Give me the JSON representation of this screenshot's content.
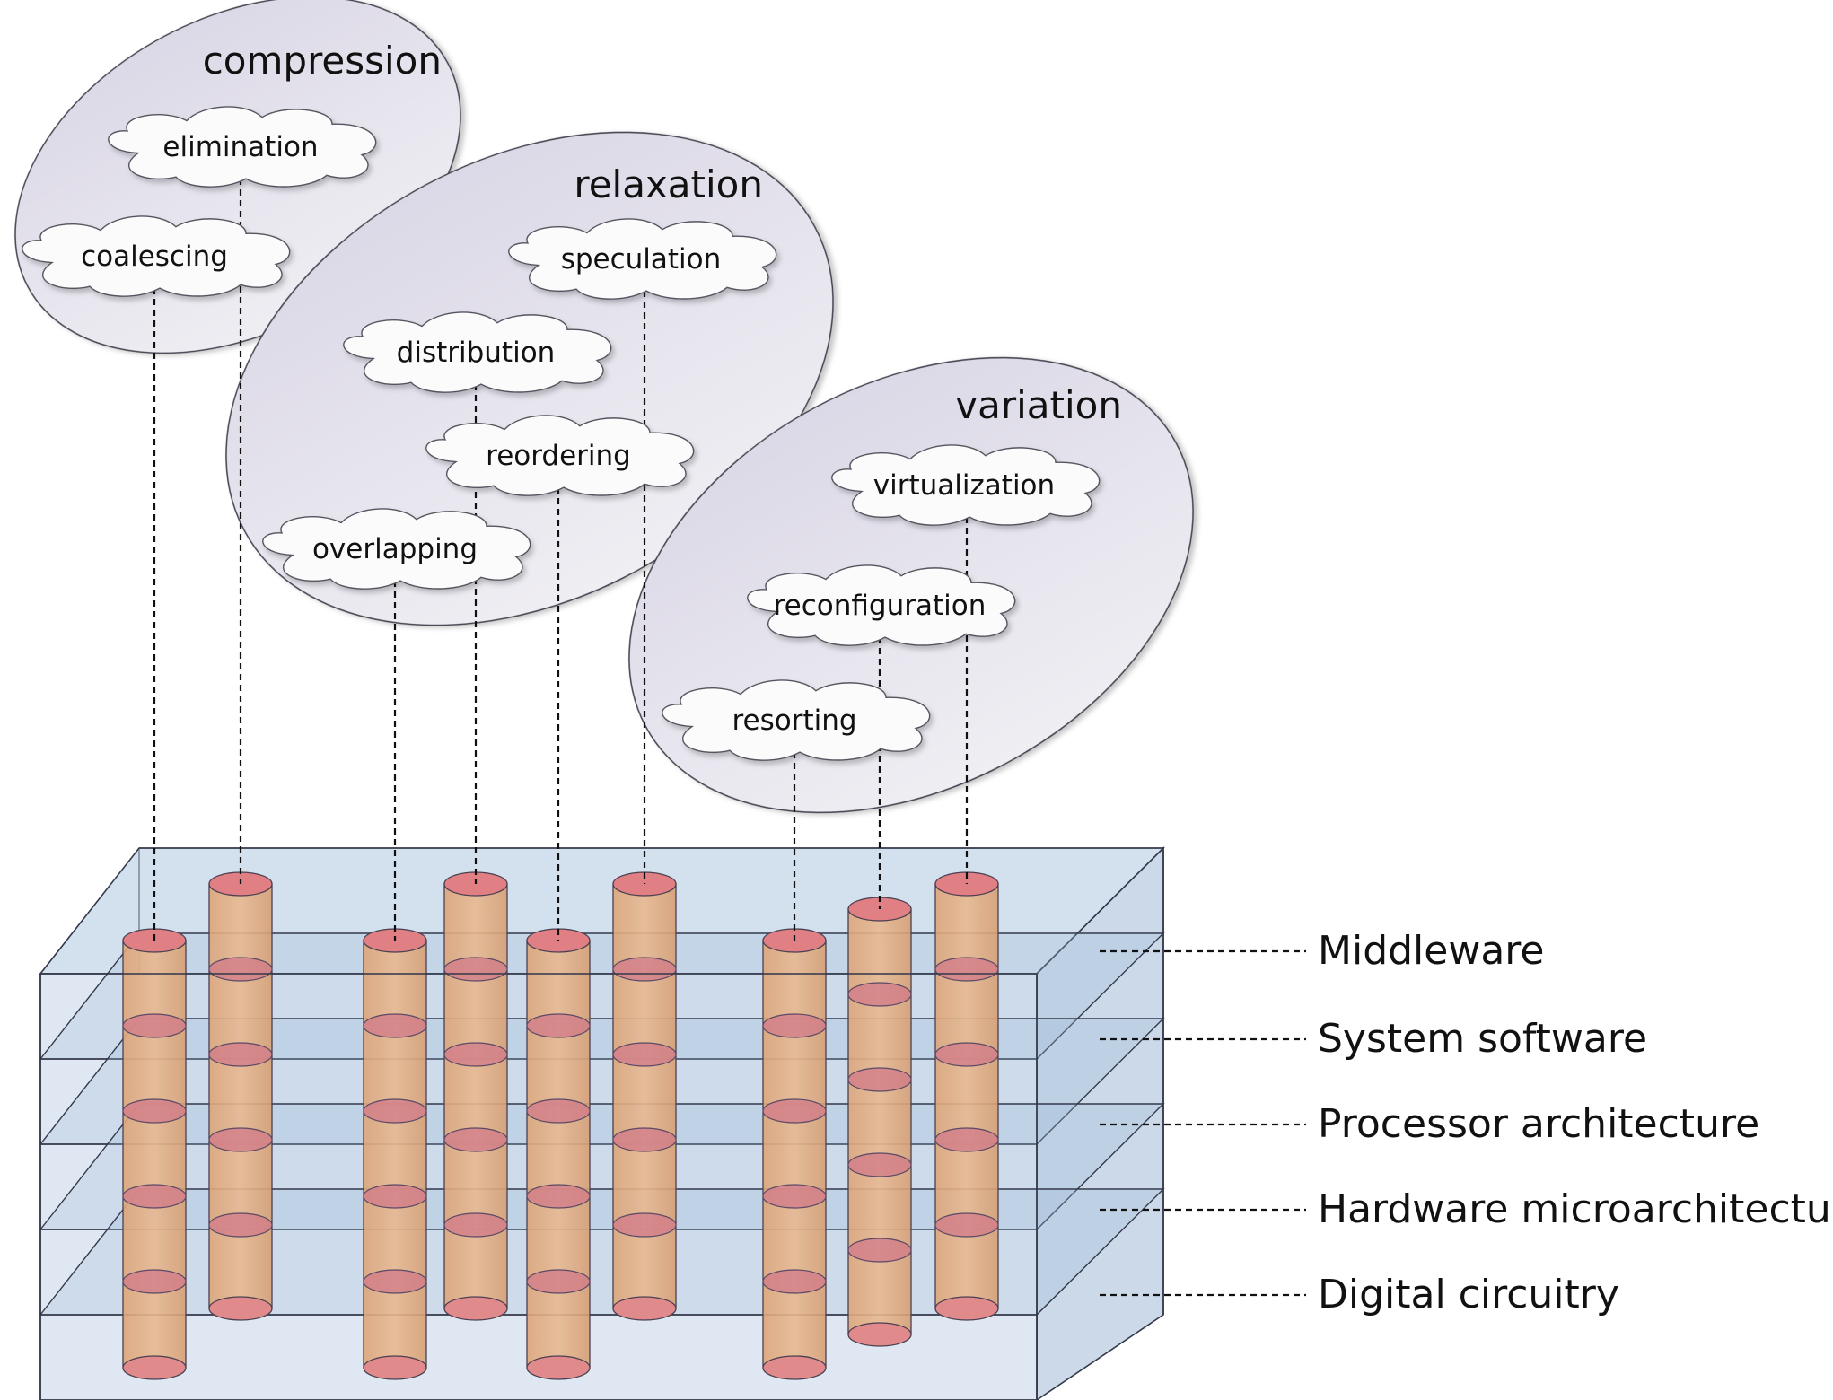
{
  "groups": [
    {
      "id": "compression",
      "label": "compression"
    },
    {
      "id": "relaxation",
      "label": "relaxation"
    },
    {
      "id": "variation",
      "label": "variation"
    }
  ],
  "techniques": [
    {
      "id": "elimination",
      "label": "elimination",
      "group": "compression"
    },
    {
      "id": "coalescing",
      "label": "coalescing",
      "group": "compression"
    },
    {
      "id": "speculation",
      "label": "speculation",
      "group": "relaxation"
    },
    {
      "id": "distribution",
      "label": "distribution",
      "group": "relaxation"
    },
    {
      "id": "reordering",
      "label": "reordering",
      "group": "relaxation"
    },
    {
      "id": "overlapping",
      "label": "overlapping",
      "group": "relaxation"
    },
    {
      "id": "virtualization",
      "label": "virtualization",
      "group": "variation"
    },
    {
      "id": "reconfiguration",
      "label": "reconfiguration",
      "group": "variation"
    },
    {
      "id": "resorting",
      "label": "resorting",
      "group": "variation"
    }
  ],
  "layers": [
    {
      "id": "middleware",
      "label": "Middleware"
    },
    {
      "id": "system-software",
      "label": "System software"
    },
    {
      "id": "processor-architecture",
      "label": "Processor architecture"
    },
    {
      "id": "hardware-microarchitecture",
      "label": "Hardware microarchitecture"
    },
    {
      "id": "digital-circuitry",
      "label": "Digital circuitry"
    }
  ],
  "colors": {
    "group_fill": "#e6e4ee",
    "cloud_fill": "#fafafa",
    "slab_face": "#dce6f0",
    "slab_plane": "#a9c1db",
    "cylinder_body": "#e0a878",
    "cylinder_cap": "#e07f84"
  }
}
